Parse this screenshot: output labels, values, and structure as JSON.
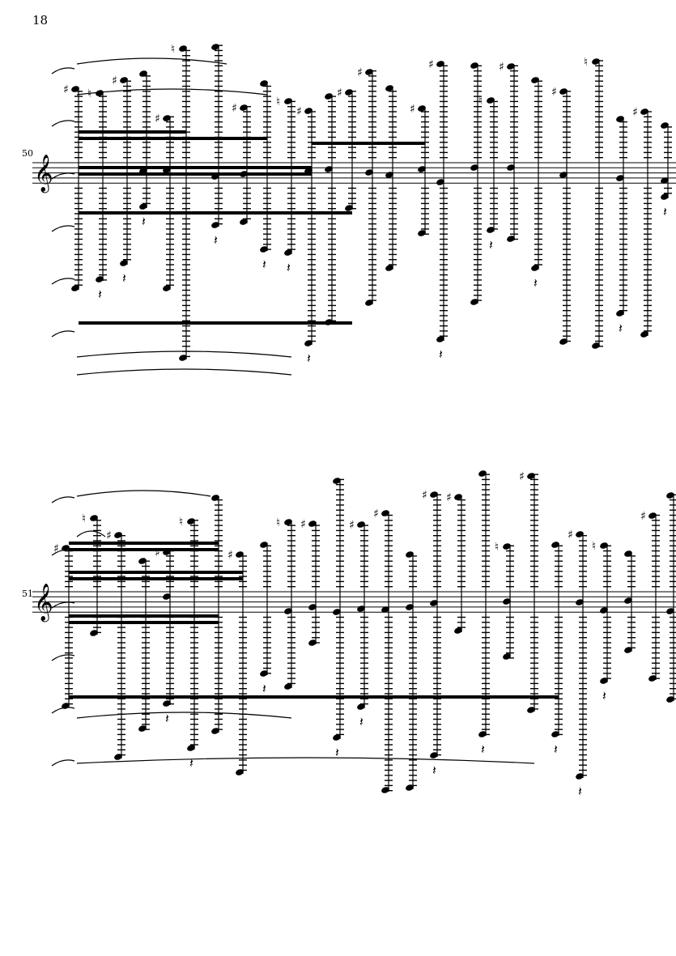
{
  "page": {
    "number": "18"
  },
  "systems": [
    {
      "measure_number": "50",
      "clef": "treble",
      "clef_glyph": "𝄞"
    },
    {
      "measure_number": "51",
      "clef": "treble",
      "clef_glyph": "𝄞"
    }
  ],
  "icons": {
    "clef": "treble-clef-icon",
    "notehead": "filled-notehead",
    "sharp": "sharp-accidental-icon",
    "natural": "natural-accidental-icon",
    "rest": "quarter-rest-icon"
  }
}
